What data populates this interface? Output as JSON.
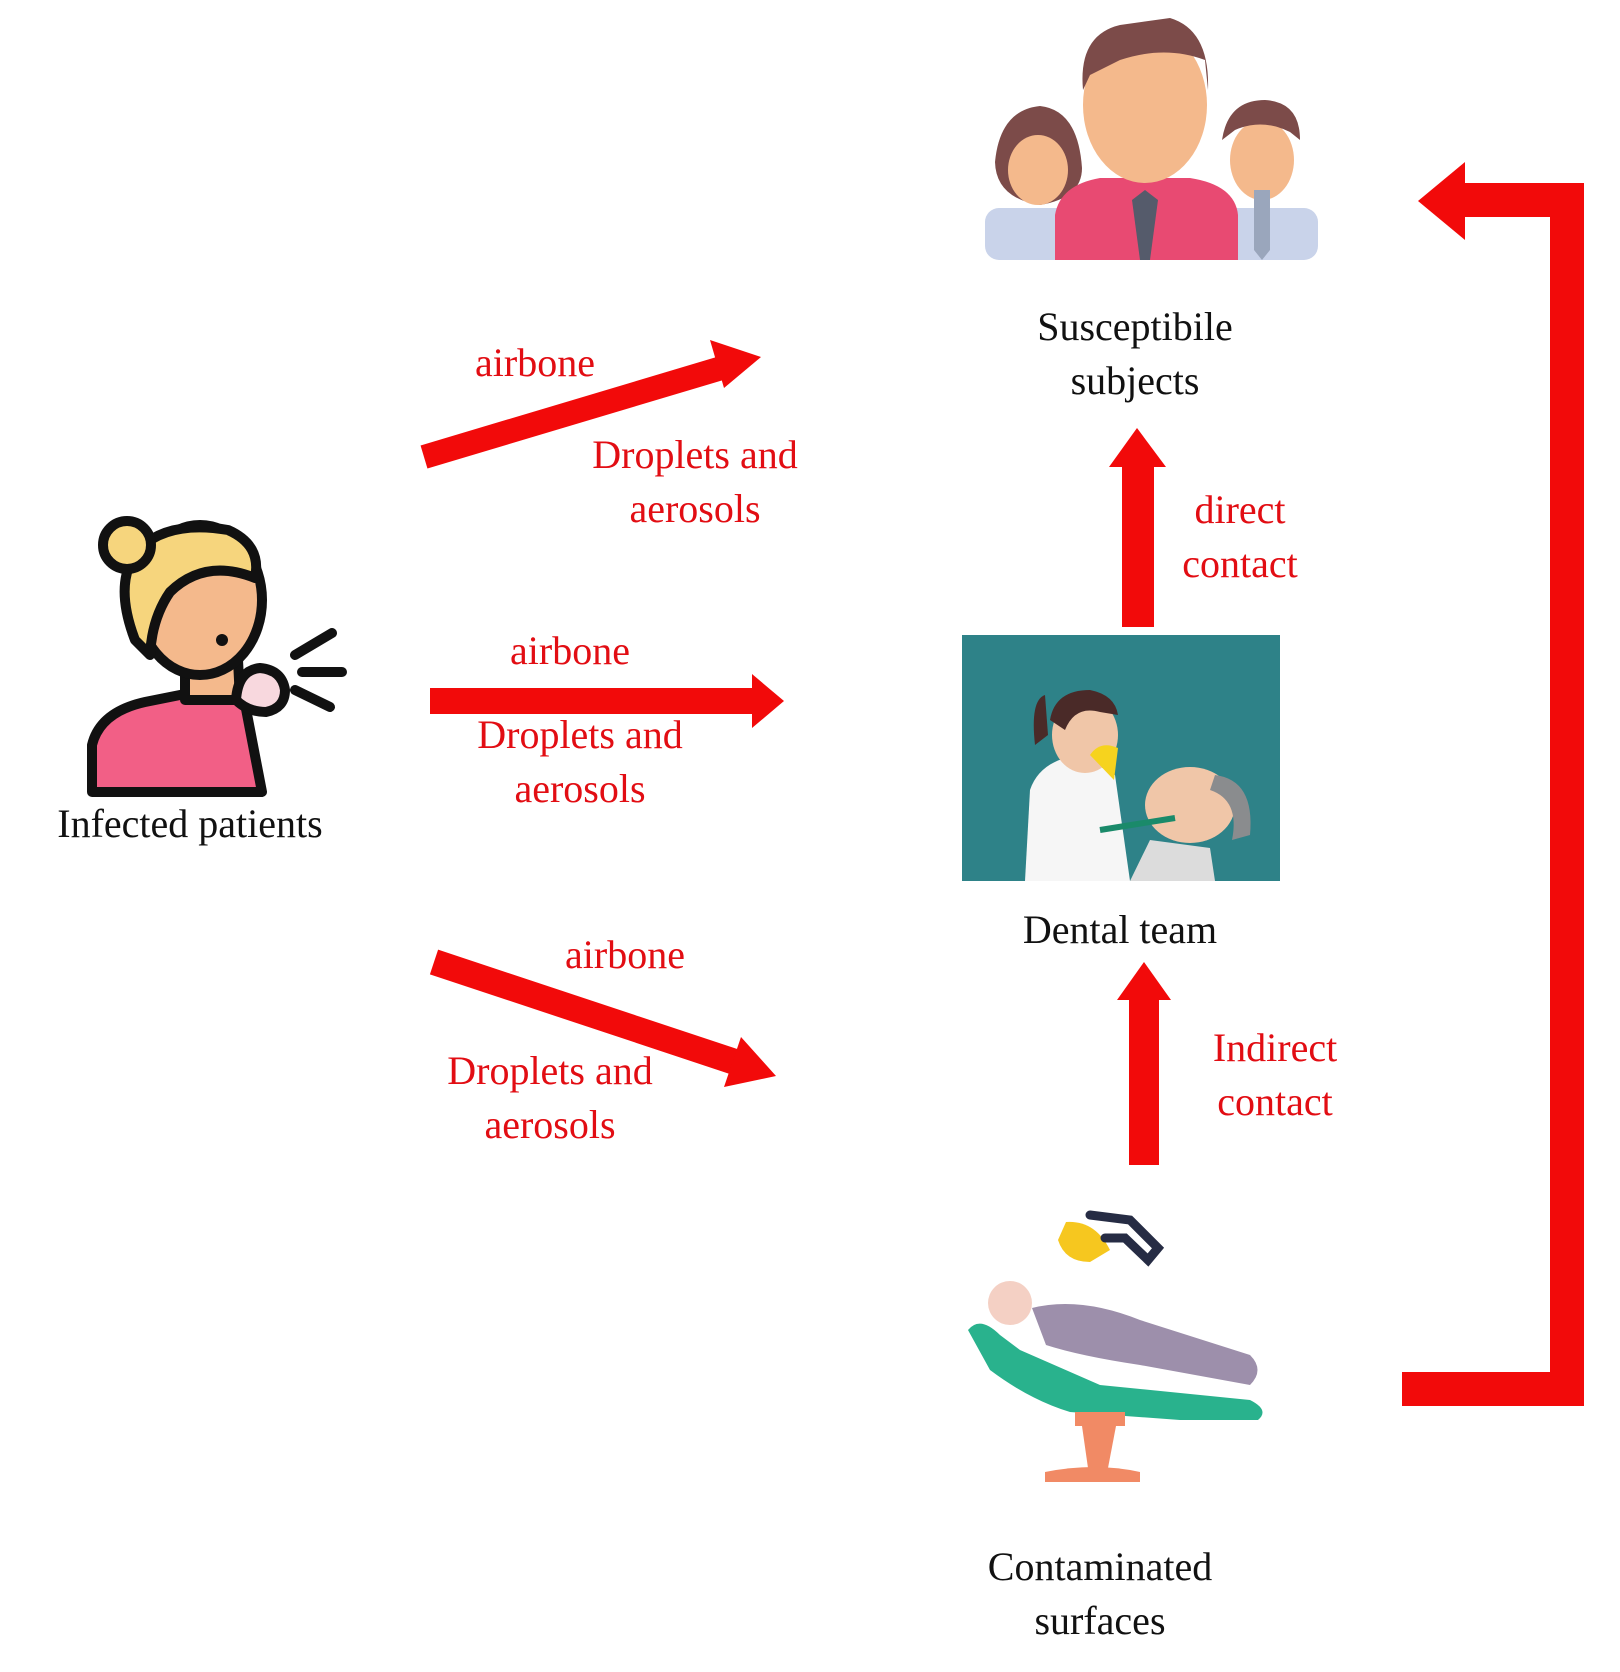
{
  "colors": {
    "arrow": "#f20a0a",
    "label_red": "#e20d13",
    "label_dark": "#111111",
    "dental_panel_bg": "#2e8288",
    "skin": "#f4b98c",
    "hair_brown": "#7c4b49",
    "shirt_pink": "#e84a72",
    "shirt_light": "#c9d3ea",
    "patient_hair": "#f6d57d",
    "patient_shirt": "#f25f86",
    "chair_green": "#29b28d",
    "chair_base": "#f18a65",
    "lamp_yellow": "#f6c71f"
  },
  "nodes": {
    "infected": {
      "label": "Infected patients",
      "icon": "coughing-patient-icon"
    },
    "susceptible": {
      "label_line1": "Susceptibile",
      "label_line2": "subjects",
      "icon": "people-group-icon"
    },
    "dental": {
      "label": "Dental team",
      "icon": "dentist-treating-patient-icon"
    },
    "surfaces": {
      "label_line1": "Contaminated",
      "label_line2": "surfaces",
      "icon": "dental-chair-icon"
    }
  },
  "routes": {
    "top": {
      "above": "airbone",
      "below_line1": "Droplets and",
      "below_line2": "aerosols"
    },
    "middle": {
      "above": "airbone",
      "below_line1": "Droplets and",
      "below_line2": "aerosols"
    },
    "bottom": {
      "above": "airbone",
      "below_line1": "Droplets and",
      "below_line2": "aerosols"
    },
    "dental_to_susceptible": {
      "line1": "direct",
      "line2": "contact"
    },
    "surfaces_to_dental": {
      "line1": "Indirect",
      "line2": "contact"
    }
  }
}
